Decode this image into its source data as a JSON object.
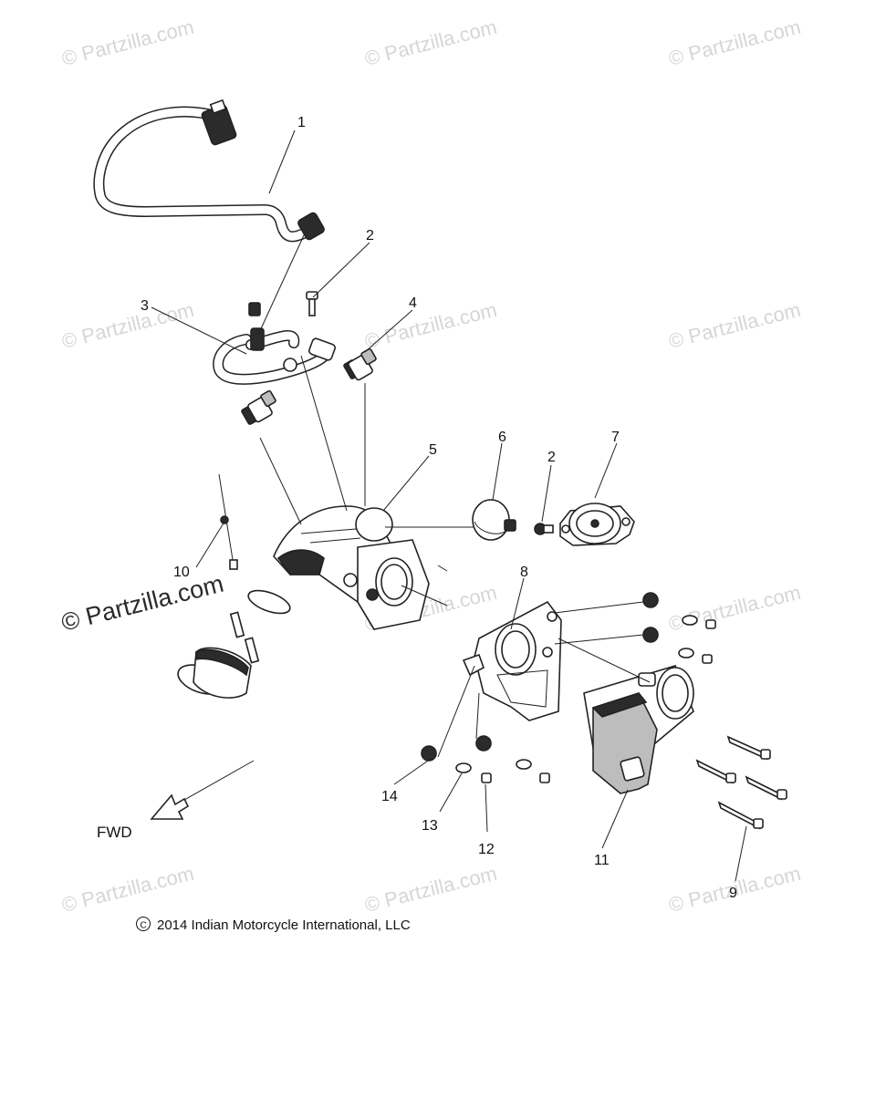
{
  "watermark": {
    "text": "© Partzilla.com",
    "feature_text": "© Partzilla.com"
  },
  "callouts": [
    "1",
    "2",
    "3",
    "4",
    "5",
    "6",
    "2",
    "7",
    "8",
    "10",
    "14",
    "13",
    "12",
    "11",
    "9"
  ],
  "direction": {
    "label": "FWD"
  },
  "copyright": {
    "text": "2014 Indian Motorcycle International, LLC"
  },
  "colors": {
    "line": "#222222",
    "watermark": "#d6d6d6"
  }
}
